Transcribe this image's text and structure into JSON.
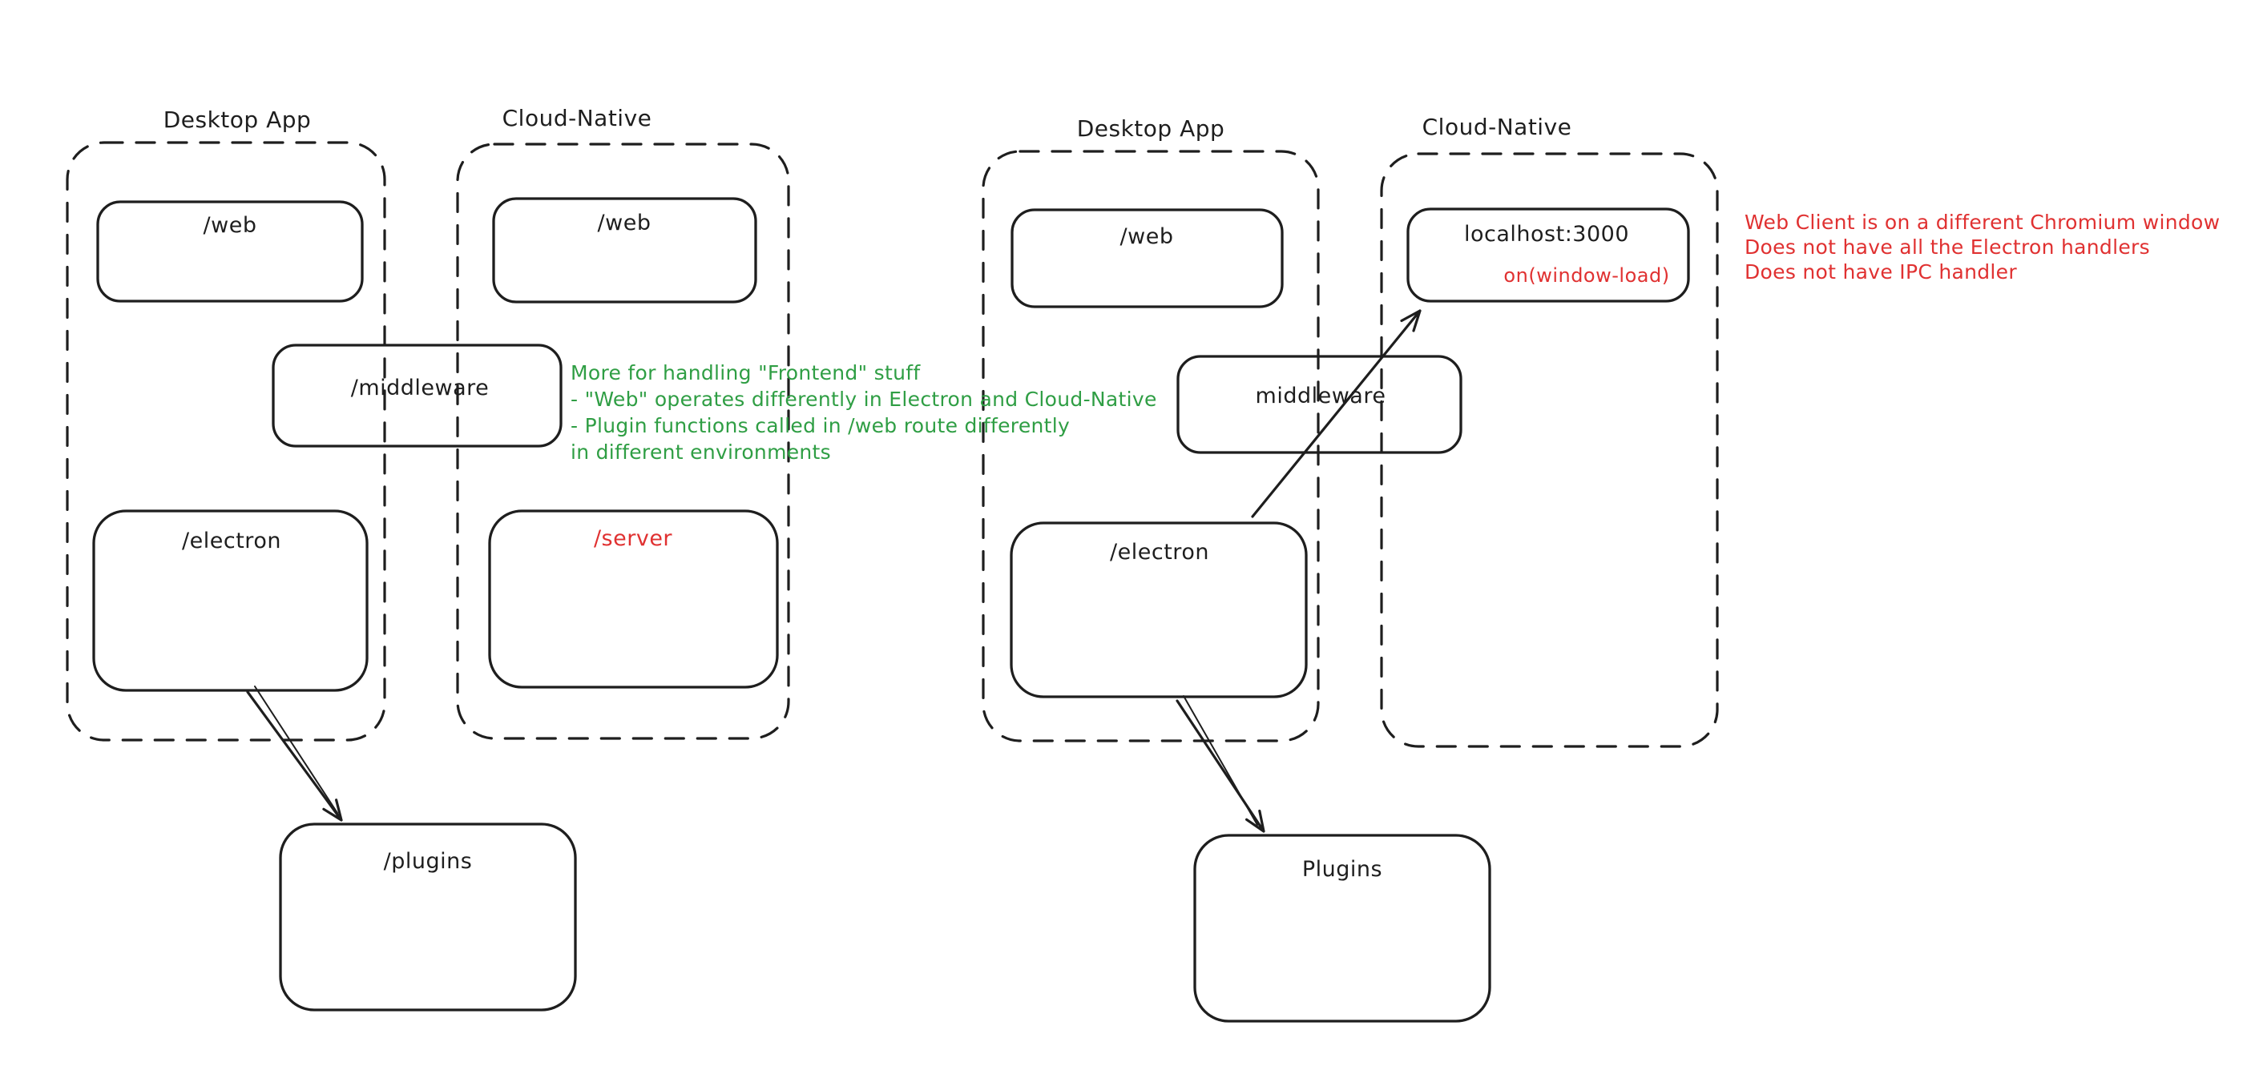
{
  "colors": {
    "ink": "#1e1e1e",
    "green": "#2f9e44",
    "red": "#e03131",
    "background": "#ffffff"
  },
  "diagram_left": {
    "desktop_app": {
      "title": "Desktop App",
      "web_label": "/web",
      "electron_label": "/electron"
    },
    "cloud_native": {
      "title": "Cloud-Native",
      "web_label": "/web",
      "server_label": "/server"
    },
    "middleware_label": "/middleware",
    "plugins_label": "/plugins",
    "green_note_lines": [
      "More for handling \"Frontend\" stuff",
      "- \"Web\" operates differently in Electron and Cloud-Native",
      "- Plugin functions called in /web route differently",
      "in different environments"
    ]
  },
  "diagram_right": {
    "desktop_app": {
      "title": "Desktop App",
      "web_label": "/web",
      "electron_label": "/electron"
    },
    "cloud_native": {
      "title": "Cloud-Native",
      "window_label": "localhost:3000",
      "handler_label": "on(window-load)"
    },
    "middleware_label": "middleware",
    "plugins_label": "Plugins",
    "red_note_lines": [
      "Web Client is on a different Chromium window",
      "Does not have all the Electron handlers",
      "Does not have IPC handler"
    ]
  }
}
